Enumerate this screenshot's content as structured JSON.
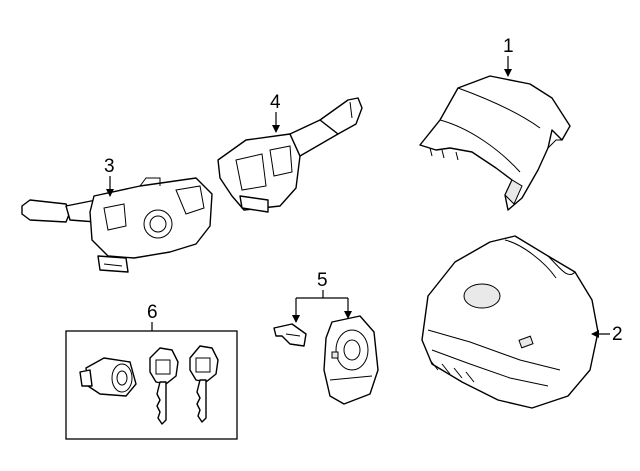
{
  "callouts": {
    "c1": "1",
    "c2": "2",
    "c3": "3",
    "c4": "4",
    "c5": "5",
    "c6": "6"
  },
  "colors": {
    "line": "#000000",
    "background": "#ffffff"
  }
}
